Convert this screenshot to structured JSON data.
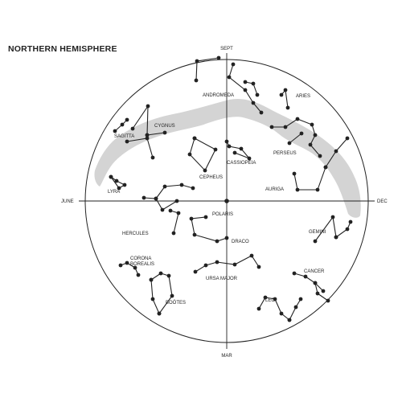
{
  "title": "NORTHERN HEMISPHERE",
  "directions": {
    "top": "SEPT",
    "bottom": "MAR",
    "left": "JUNE",
    "right": "DEC"
  },
  "center_label": "POLARIS",
  "constellations": [
    {
      "id": "andromeda",
      "name": "ANDROMEDA"
    },
    {
      "id": "aries",
      "name": "ARIES"
    },
    {
      "id": "cygnus",
      "name": "CYGNUS"
    },
    {
      "id": "sagitta",
      "name": "SAGITTA"
    },
    {
      "id": "perseus",
      "name": "PERSEUS"
    },
    {
      "id": "cassiopeia",
      "name": "CASSIOPEIA"
    },
    {
      "id": "cepheus",
      "name": "CEPHEUS"
    },
    {
      "id": "lyra",
      "name": "LYRA"
    },
    {
      "id": "auriga",
      "name": "AURIGA"
    },
    {
      "id": "hercules",
      "name": "HERCULES"
    },
    {
      "id": "gemini",
      "name": "GEMINI"
    },
    {
      "id": "corona-borealis",
      "name": "CORONA\nBOREALIS"
    },
    {
      "id": "draco",
      "name": "DRACO"
    },
    {
      "id": "cancer",
      "name": "CANCER"
    },
    {
      "id": "ursa-major",
      "name": "URSA MAJOR"
    },
    {
      "id": "bootes",
      "name": "BOÖTES"
    },
    {
      "id": "leo",
      "name": "LEO"
    }
  ],
  "colors": {
    "milky_way": "#d4d4d4",
    "ink": "#222222",
    "background": "#ffffff"
  }
}
